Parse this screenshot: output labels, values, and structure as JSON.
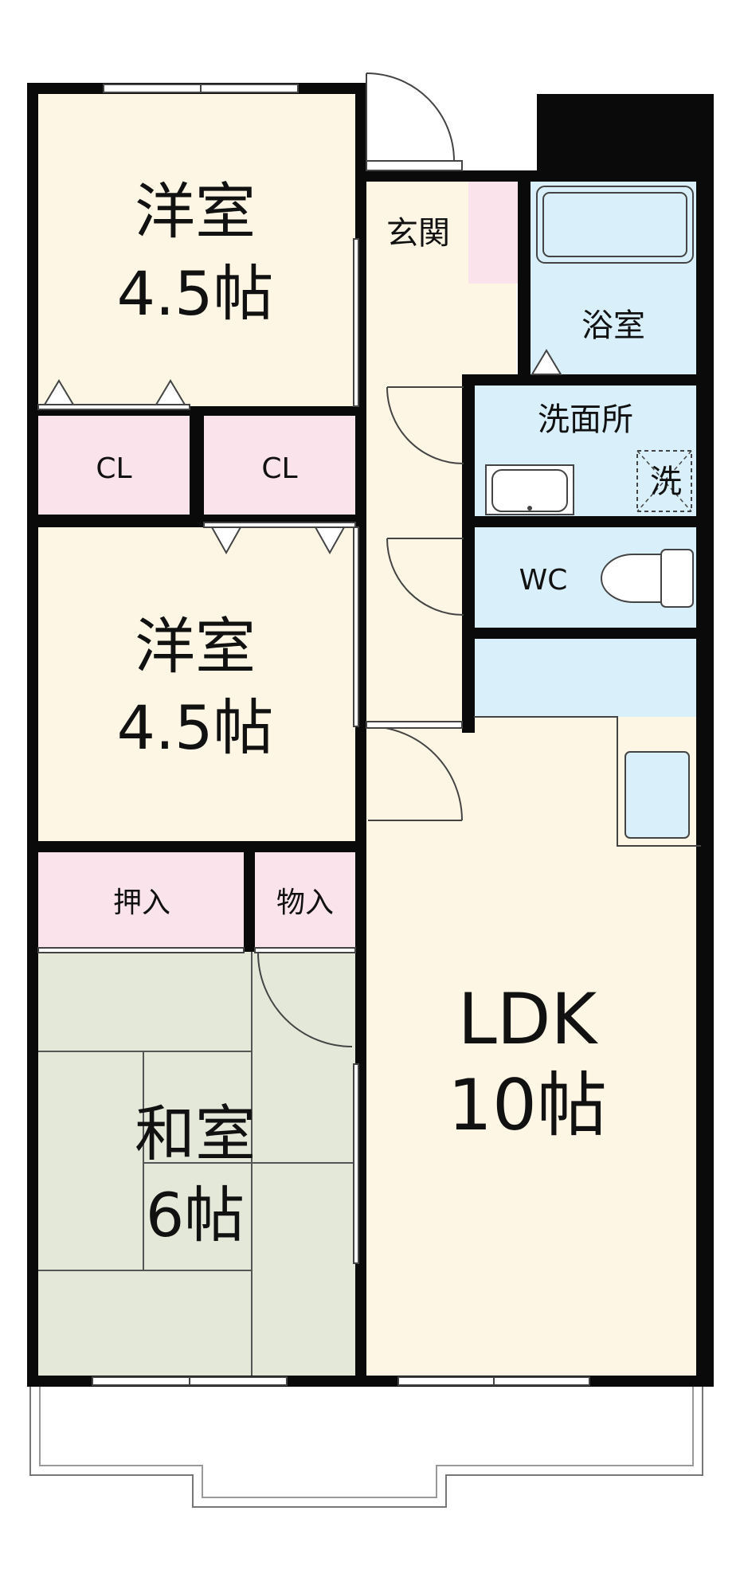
{
  "colors": {
    "wall": "#0a0a0a",
    "western_room": "#fdf6e4",
    "closet": "#fbe3ec",
    "wet_area": "#d9f0fb",
    "tatami": "#e3e8d9",
    "hall": "#fdf6e4",
    "outline": "#555555"
  },
  "rooms": {
    "western_north": {
      "name": "洋室",
      "size": "4.5帖"
    },
    "closet_1": {
      "name": "CL"
    },
    "closet_2": {
      "name": "CL"
    },
    "western_middle": {
      "name": "洋室",
      "size": "4.5帖"
    },
    "oshiire": {
      "name": "押入"
    },
    "storage": {
      "name": "物入"
    },
    "japanese": {
      "name": "和室",
      "size": "6帖"
    },
    "entrance": {
      "name": "玄関"
    },
    "bath": {
      "name": "浴室"
    },
    "washroom": {
      "name": "洗面所"
    },
    "washer": {
      "name": "洗"
    },
    "toilet": {
      "name": "WC"
    },
    "ldk": {
      "name": "LDK",
      "size": "10帖"
    }
  }
}
